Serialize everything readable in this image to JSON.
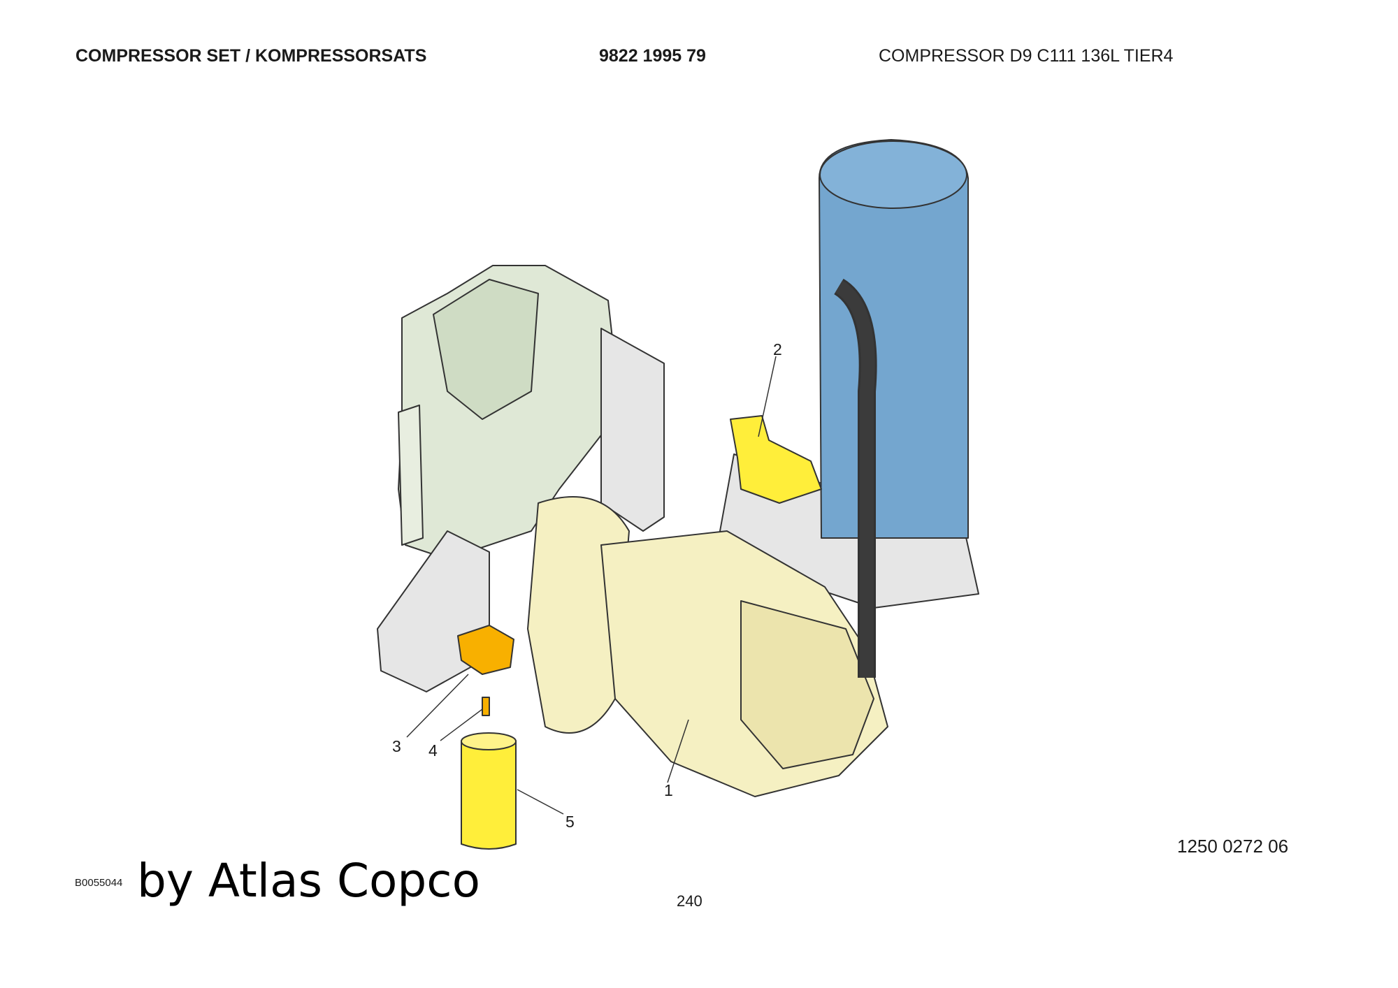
{
  "header": {
    "title": "COMPRESSOR SET / KOMPRESSORSATS",
    "part_number": "9822 1995 79",
    "model": "COMPRESSOR D9 C111 136L TIER4"
  },
  "callouts": [
    "1",
    "2",
    "3",
    "4",
    "5"
  ],
  "reference_number": "1250 0272 06",
  "image_id": "B0055044",
  "watermark": "by Atlas Copco",
  "page_number": "240",
  "colors": {
    "vessel": "#74a6cf",
    "engine": "#dfe8d6",
    "element": "#f5f0c2",
    "highlight": "#ffee3a",
    "fitting": "#f8b000",
    "bracket": "#e6e6e6"
  }
}
